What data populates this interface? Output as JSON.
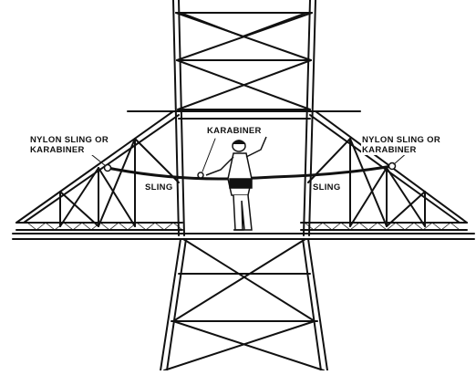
{
  "labels": {
    "left_sling_line1": "NYLON SLING OR",
    "left_sling_line2": "KARABINER",
    "karabiner": "KARABINER",
    "right_sling_line1": "NYLON SLING OR",
    "right_sling_line2": "KARABINER",
    "sling_left": "SLING",
    "sling_right": "SLING"
  },
  "icons": {
    "worker": "lineman-figure-icon",
    "tower": "transmission-tower-illustration"
  }
}
